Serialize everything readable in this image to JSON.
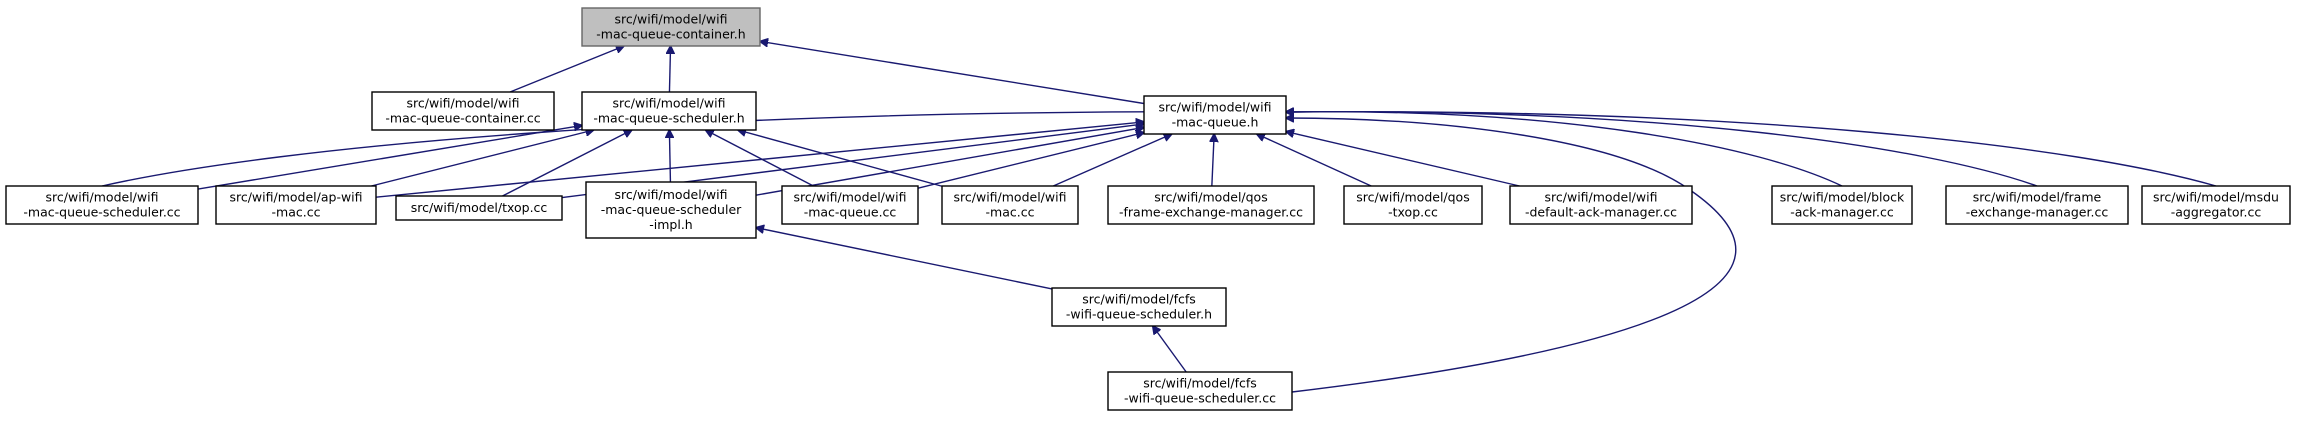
{
  "nodes": [
    {
      "id": "container_h",
      "lines": [
        "src/wifi/model/wifi",
        "-mac-queue-container.h"
      ],
      "root": true
    },
    {
      "id": "container_cc",
      "lines": [
        "src/wifi/model/wifi",
        "-mac-queue-container.cc"
      ]
    },
    {
      "id": "scheduler_h",
      "lines": [
        "src/wifi/model/wifi",
        "-mac-queue-scheduler.h"
      ]
    },
    {
      "id": "queue_h",
      "lines": [
        "src/wifi/model/wifi",
        "-mac-queue.h"
      ]
    },
    {
      "id": "scheduler_cc",
      "lines": [
        "src/wifi/model/wifi",
        "-mac-queue-scheduler.cc"
      ]
    },
    {
      "id": "ap_wifi_mac_cc",
      "lines": [
        "src/wifi/model/ap-wifi",
        "-mac.cc"
      ]
    },
    {
      "id": "txop_cc",
      "lines": [
        "src/wifi/model/txop.cc"
      ]
    },
    {
      "id": "scheduler_impl_h",
      "lines": [
        "src/wifi/model/wifi",
        "-mac-queue-scheduler",
        "-impl.h"
      ]
    },
    {
      "id": "queue_cc",
      "lines": [
        "src/wifi/model/wifi",
        "-mac-queue.cc"
      ]
    },
    {
      "id": "wifi_mac_cc",
      "lines": [
        "src/wifi/model/wifi",
        "-mac.cc"
      ]
    },
    {
      "id": "qos_fem_cc",
      "lines": [
        "src/wifi/model/qos",
        "-frame-exchange-manager.cc"
      ]
    },
    {
      "id": "qos_txop_cc",
      "lines": [
        "src/wifi/model/qos",
        "-txop.cc"
      ]
    },
    {
      "id": "ack_mgr_cc",
      "lines": [
        "src/wifi/model/wifi",
        "-default-ack-manager.cc"
      ]
    },
    {
      "id": "block_ack_cc",
      "lines": [
        "src/wifi/model/block",
        "-ack-manager.cc"
      ]
    },
    {
      "id": "fem_cc",
      "lines": [
        "src/wifi/model/frame",
        "-exchange-manager.cc"
      ]
    },
    {
      "id": "msdu_cc",
      "lines": [
        "src/wifi/model/msdu",
        "-aggregator.cc"
      ]
    },
    {
      "id": "fcfs_h",
      "lines": [
        "src/wifi/model/fcfs",
        "-wifi-queue-scheduler.h"
      ]
    },
    {
      "id": "fcfs_cc",
      "lines": [
        "src/wifi/model/fcfs",
        "-wifi-queue-scheduler.cc"
      ]
    }
  ],
  "edges": [
    {
      "from": "container_h",
      "to": "container_cc"
    },
    {
      "from": "container_h",
      "to": "scheduler_h"
    },
    {
      "from": "container_h",
      "to": "queue_h"
    },
    {
      "from": "scheduler_h",
      "to": "scheduler_cc"
    },
    {
      "from": "scheduler_h",
      "to": "ap_wifi_mac_cc"
    },
    {
      "from": "scheduler_h",
      "to": "txop_cc"
    },
    {
      "from": "scheduler_h",
      "to": "scheduler_impl_h"
    },
    {
      "from": "scheduler_h",
      "to": "queue_cc"
    },
    {
      "from": "scheduler_h",
      "to": "wifi_mac_cc"
    },
    {
      "from": "queue_h",
      "to": "ap_wifi_mac_cc"
    },
    {
      "from": "queue_h",
      "to": "txop_cc"
    },
    {
      "from": "queue_h",
      "to": "scheduler_impl_h"
    },
    {
      "from": "queue_h",
      "to": "queue_cc"
    },
    {
      "from": "queue_h",
      "to": "wifi_mac_cc"
    },
    {
      "from": "queue_h",
      "to": "qos_fem_cc"
    },
    {
      "from": "queue_h",
      "to": "qos_txop_cc"
    },
    {
      "from": "queue_h",
      "to": "ack_mgr_cc"
    },
    {
      "from": "queue_h",
      "to": "block_ack_cc"
    },
    {
      "from": "queue_h",
      "to": "fem_cc"
    },
    {
      "from": "queue_h",
      "to": "msdu_cc"
    },
    {
      "from": "queue_h",
      "to": "fcfs_cc"
    },
    {
      "from": "queue_h",
      "to": "scheduler_cc"
    },
    {
      "from": "scheduler_impl_h",
      "to": "fcfs_h"
    },
    {
      "from": "fcfs_h",
      "to": "fcfs_cc"
    }
  ],
  "colors": {
    "edge": "#191970",
    "root_fill": "#bfbfbf",
    "node_fill": "#ffffff",
    "node_stroke": "#000000"
  }
}
